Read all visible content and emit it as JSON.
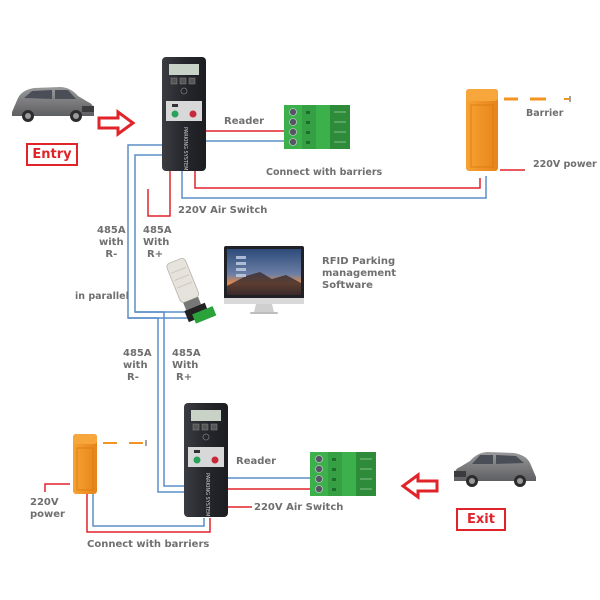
{
  "title": "RFID Parking System Wiring Diagram",
  "entry": {
    "badge": "Entry",
    "reader_label": "Reader",
    "connect_label": "Connect  with barriers",
    "barrier_label": "Barrier",
    "power_label": "220V power",
    "air_switch_label": "220V Air Switch"
  },
  "bus": {
    "left_label_line1": "485A",
    "left_label_line2": "with",
    "left_label_line3": "R-",
    "right_label_line1": "485A",
    "right_label_line2": "With",
    "right_label_line3": "R+",
    "parallel_label": "in parallel",
    "lower_left_line1": "485A",
    "lower_left_line2": "with",
    "lower_left_line3": "R-",
    "lower_right_line1": "485A",
    "lower_right_line2": "With",
    "lower_right_line3": "R+"
  },
  "software": {
    "line1": "RFID Parking",
    "line2": "management",
    "line3": "Software"
  },
  "exit": {
    "badge": "Exit",
    "reader_label": "Reader",
    "air_switch_label": "220V Air Switch",
    "power_line1": "220V",
    "power_line2": "power",
    "connect_label": "Connect with barriers"
  },
  "device_text": "PARKING SYSTEM",
  "colors": {
    "red_wire": "#e0242a",
    "blue_wire": "#5b8ec9",
    "barrier_orange": "#f39322",
    "terminal_green": "#3cb04a",
    "terminal_dark": "#2e8b3a",
    "device_body": "#2b2d33",
    "label_gray": "#6f6f6f"
  },
  "icons": {
    "car": "car-icon",
    "arrow_right": "arrow-right-icon",
    "arrow_left": "arrow-left-icon",
    "parking_terminal": "parking-terminal-icon",
    "terminal_block": "terminal-block-icon",
    "barrier": "barrier-gate-icon",
    "converter": "rs485-converter-icon",
    "monitor": "monitor-icon"
  }
}
